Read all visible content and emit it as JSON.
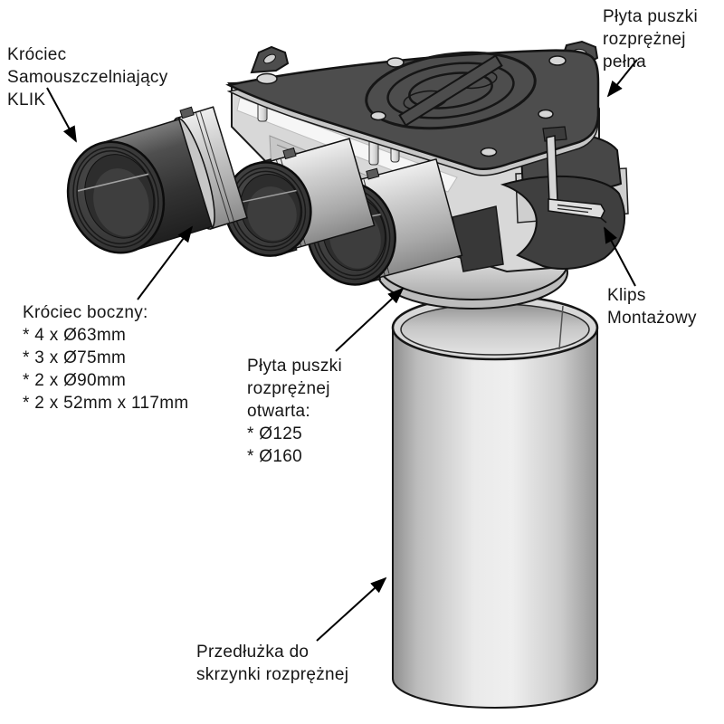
{
  "figure": {
    "kind": "technical exploded-view diagram",
    "product": "Puszka rozprężna (air distribution plenum box) with side spigots and extension tube",
    "language": "pl",
    "background": "#ffffff",
    "colors": {
      "dark_plastic": "#4a4a4a",
      "light_plastic": "#d8d8d8",
      "outline": "#141414",
      "text": "#161616",
      "arrow": "#000000"
    }
  },
  "labels": {
    "klik": {
      "lines": [
        "Króciec",
        "Samouszczelniający",
        "KLIK"
      ]
    },
    "pelna": {
      "lines": [
        "Płyta puszki",
        "rozprężnej",
        "pełna"
      ]
    },
    "boczny": {
      "lines": [
        "Króciec boczny:",
        "* 4 x Ø63mm",
        "* 3 x Ø75mm",
        "* 2 x Ø90mm",
        "* 2 x 52mm x 117mm"
      ]
    },
    "otwarta": {
      "lines": [
        "Płyta puszki",
        "rozprężnej",
        "otwarta:",
        "* Ø125",
        "* Ø160"
      ]
    },
    "klips": {
      "lines": [
        "Klips",
        "Montażowy"
      ]
    },
    "przedluzka": {
      "lines": [
        "Przedłużka do",
        "skrzynki rozprężnej"
      ]
    }
  }
}
